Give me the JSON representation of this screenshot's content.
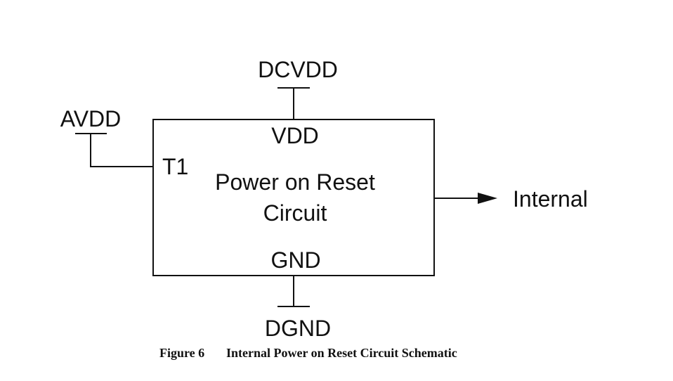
{
  "diagram": {
    "nets": {
      "dcvdd": "DCVDD",
      "avdd": "AVDD",
      "dgnd": "DGND",
      "output": "Internal"
    },
    "block": {
      "pin_vdd": "VDD",
      "pin_t1": "T1",
      "pin_gnd": "GND",
      "title_line1": "Power on Reset",
      "title_line2": "Circuit"
    }
  },
  "caption": {
    "figure_number": "Figure 6",
    "title": "Internal Power on Reset Circuit Schematic"
  }
}
